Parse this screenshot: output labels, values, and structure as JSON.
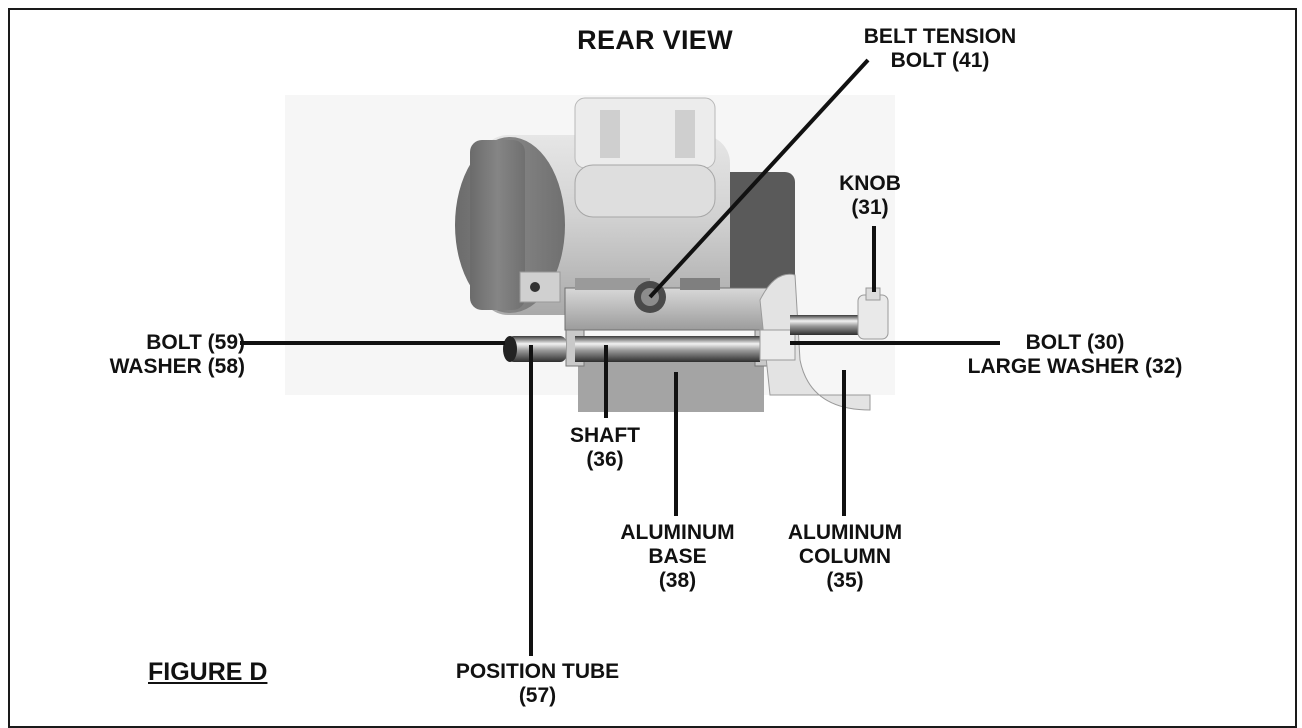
{
  "title": "REAR VIEW",
  "figure_label": "FIGURE D",
  "callouts": {
    "belt_tension": [
      "BELT TENSION",
      "BOLT (41)"
    ],
    "knob": [
      "KNOB",
      "(31)"
    ],
    "bolt59": [
      "BOLT (59)",
      "WASHER (58)"
    ],
    "bolt30": [
      "BOLT (30)",
      "LARGE WASHER (32)"
    ],
    "shaft": [
      "SHAFT",
      "(36)"
    ],
    "aluminum_base": [
      "ALUMINUM",
      "BASE",
      "(38)"
    ],
    "aluminum_column": [
      "ALUMINUM",
      "COLUMN",
      "(35)"
    ],
    "position_tube": [
      "POSITION TUBE",
      "(57)"
    ]
  }
}
